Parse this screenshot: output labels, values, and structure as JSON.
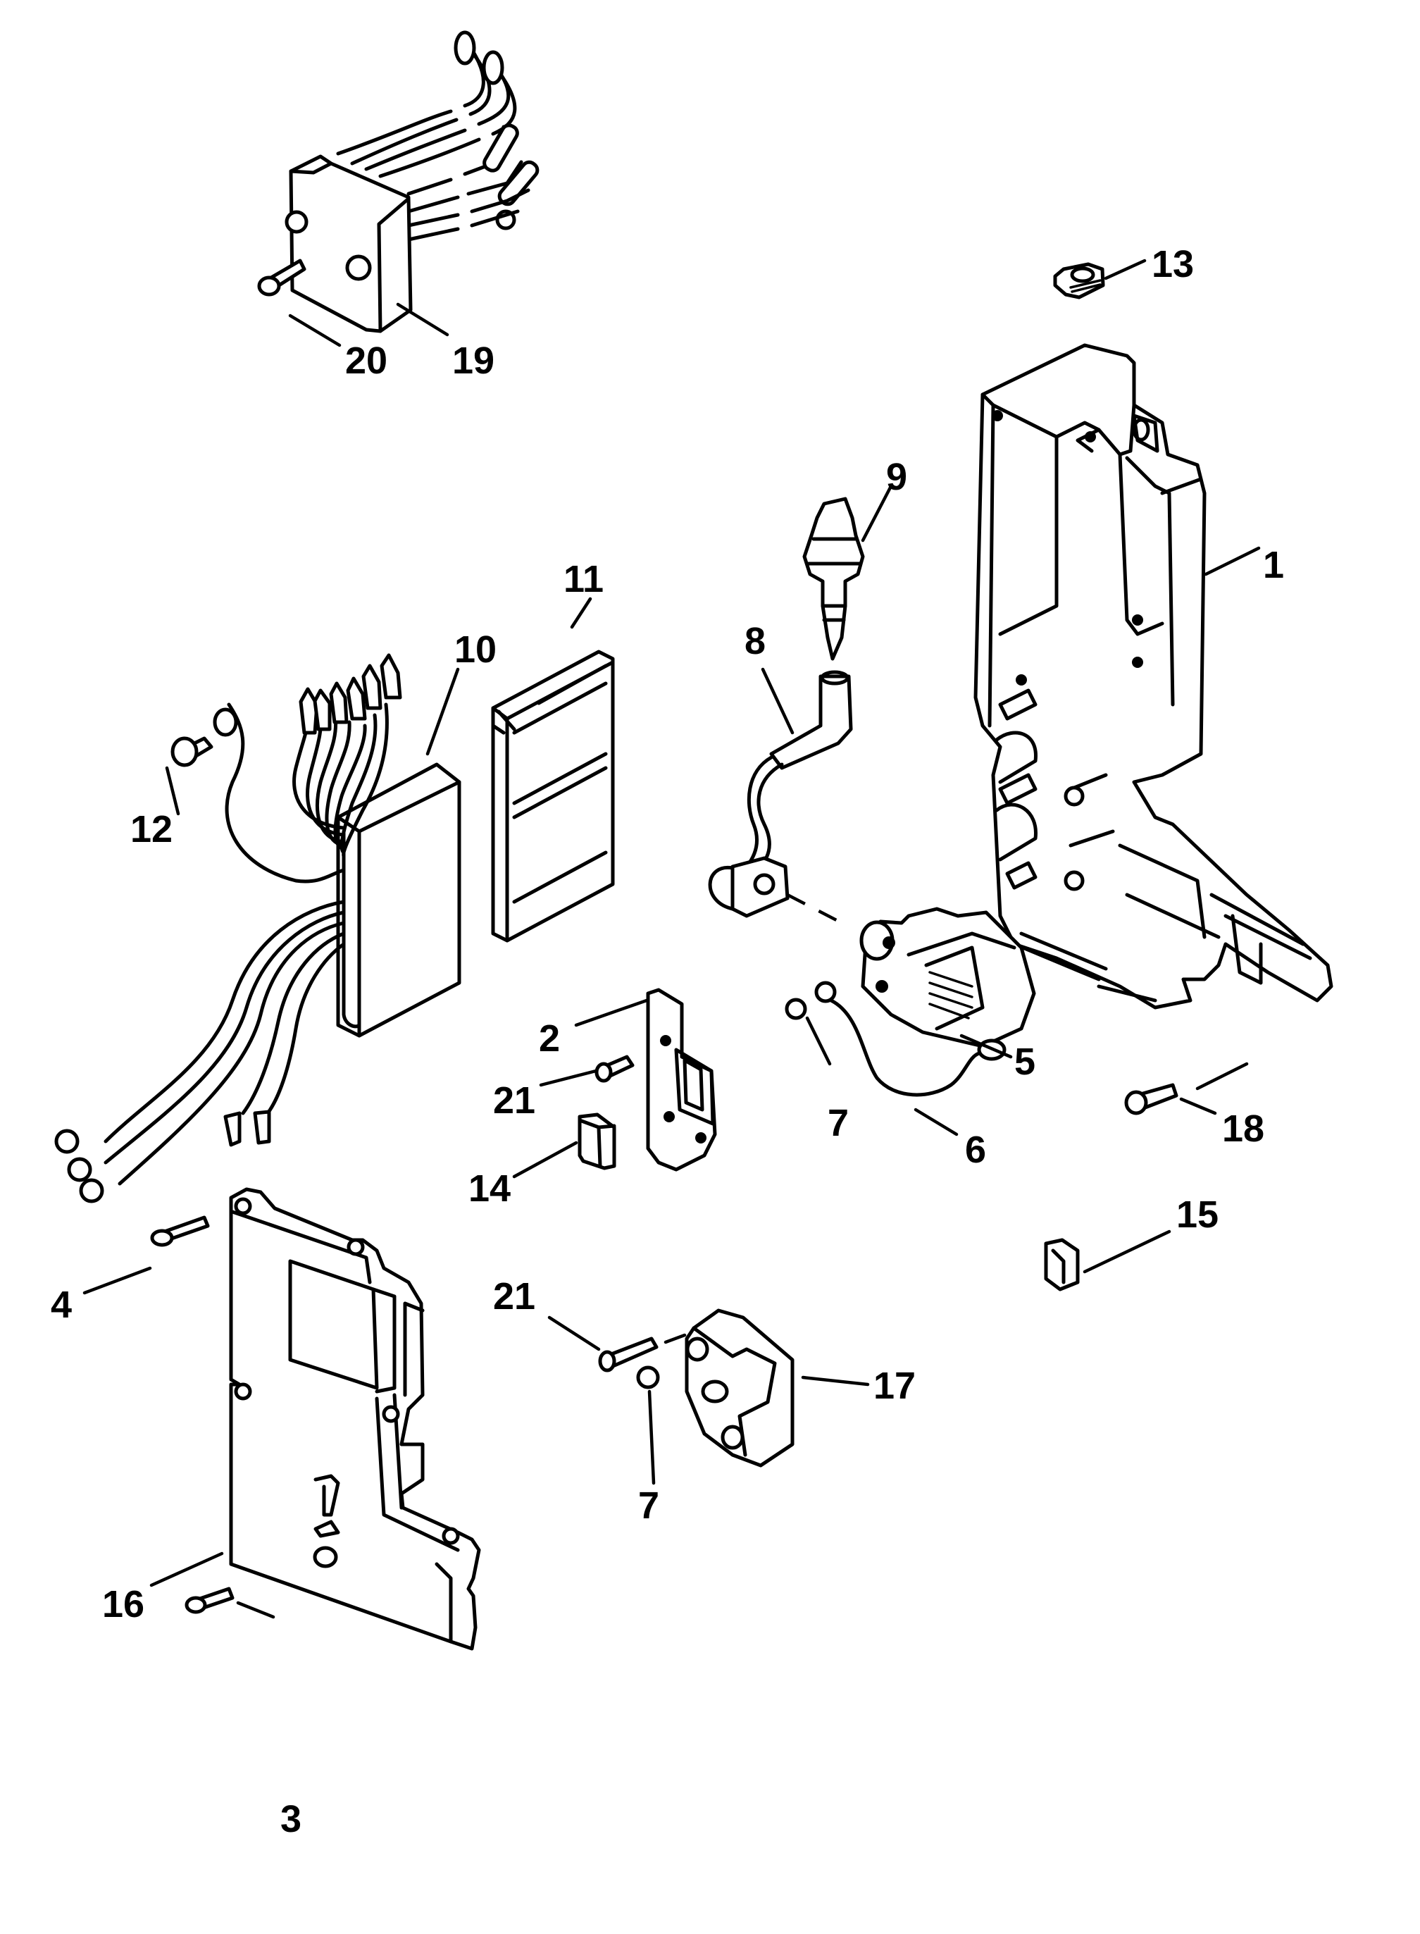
{
  "diagram": {
    "type": "exploded parts view",
    "background": "#ffffff",
    "line_color": "#000000",
    "parts": [
      {
        "ref": "1",
        "name": "electrical housing / bracket"
      },
      {
        "ref": "2",
        "name": "mounting plate"
      },
      {
        "ref": "3",
        "name": "screw"
      },
      {
        "ref": "4",
        "name": "screw"
      },
      {
        "ref": "5",
        "name": "ignition coil"
      },
      {
        "ref": "6",
        "name": "ground wire"
      },
      {
        "ref": "7",
        "name": "nut"
      },
      {
        "ref": "8",
        "name": "spark plug boot lead"
      },
      {
        "ref": "9",
        "name": "spark plug cap"
      },
      {
        "ref": "10",
        "name": "switch box / CDI module with harness"
      },
      {
        "ref": "11",
        "name": "module bracket / frame"
      },
      {
        "ref": "12",
        "name": "screw"
      },
      {
        "ref": "13",
        "name": "grommet"
      },
      {
        "ref": "14",
        "name": "clip"
      },
      {
        "ref": "15",
        "name": "grommet"
      },
      {
        "ref": "16",
        "name": "cover"
      },
      {
        "ref": "17",
        "name": "rectifier / module"
      },
      {
        "ref": "18",
        "name": "screw"
      },
      {
        "ref": "19",
        "name": "voltage regulator with leads"
      },
      {
        "ref": "20",
        "name": "screw"
      },
      {
        "ref": "21",
        "name": "screw"
      }
    ],
    "callouts": [
      {
        "id": "c20",
        "label": "20"
      },
      {
        "id": "c19",
        "label": "19"
      },
      {
        "id": "c13",
        "label": "13"
      },
      {
        "id": "c9",
        "label": "9"
      },
      {
        "id": "c1",
        "label": "1"
      },
      {
        "id": "c11",
        "label": "11"
      },
      {
        "id": "c10",
        "label": "10"
      },
      {
        "id": "c8",
        "label": "8"
      },
      {
        "id": "c12",
        "label": "12"
      },
      {
        "id": "c2",
        "label": "2"
      },
      {
        "id": "c21a",
        "label": "21"
      },
      {
        "id": "c5",
        "label": "5"
      },
      {
        "id": "c7a",
        "label": "7"
      },
      {
        "id": "c6",
        "label": "6"
      },
      {
        "id": "c18",
        "label": "18"
      },
      {
        "id": "c14",
        "label": "14"
      },
      {
        "id": "c15",
        "label": "15"
      },
      {
        "id": "c4",
        "label": "4"
      },
      {
        "id": "c21b",
        "label": "21"
      },
      {
        "id": "c17",
        "label": "17"
      },
      {
        "id": "c7b",
        "label": "7"
      },
      {
        "id": "c16",
        "label": "16"
      },
      {
        "id": "c3",
        "label": "3"
      }
    ]
  }
}
